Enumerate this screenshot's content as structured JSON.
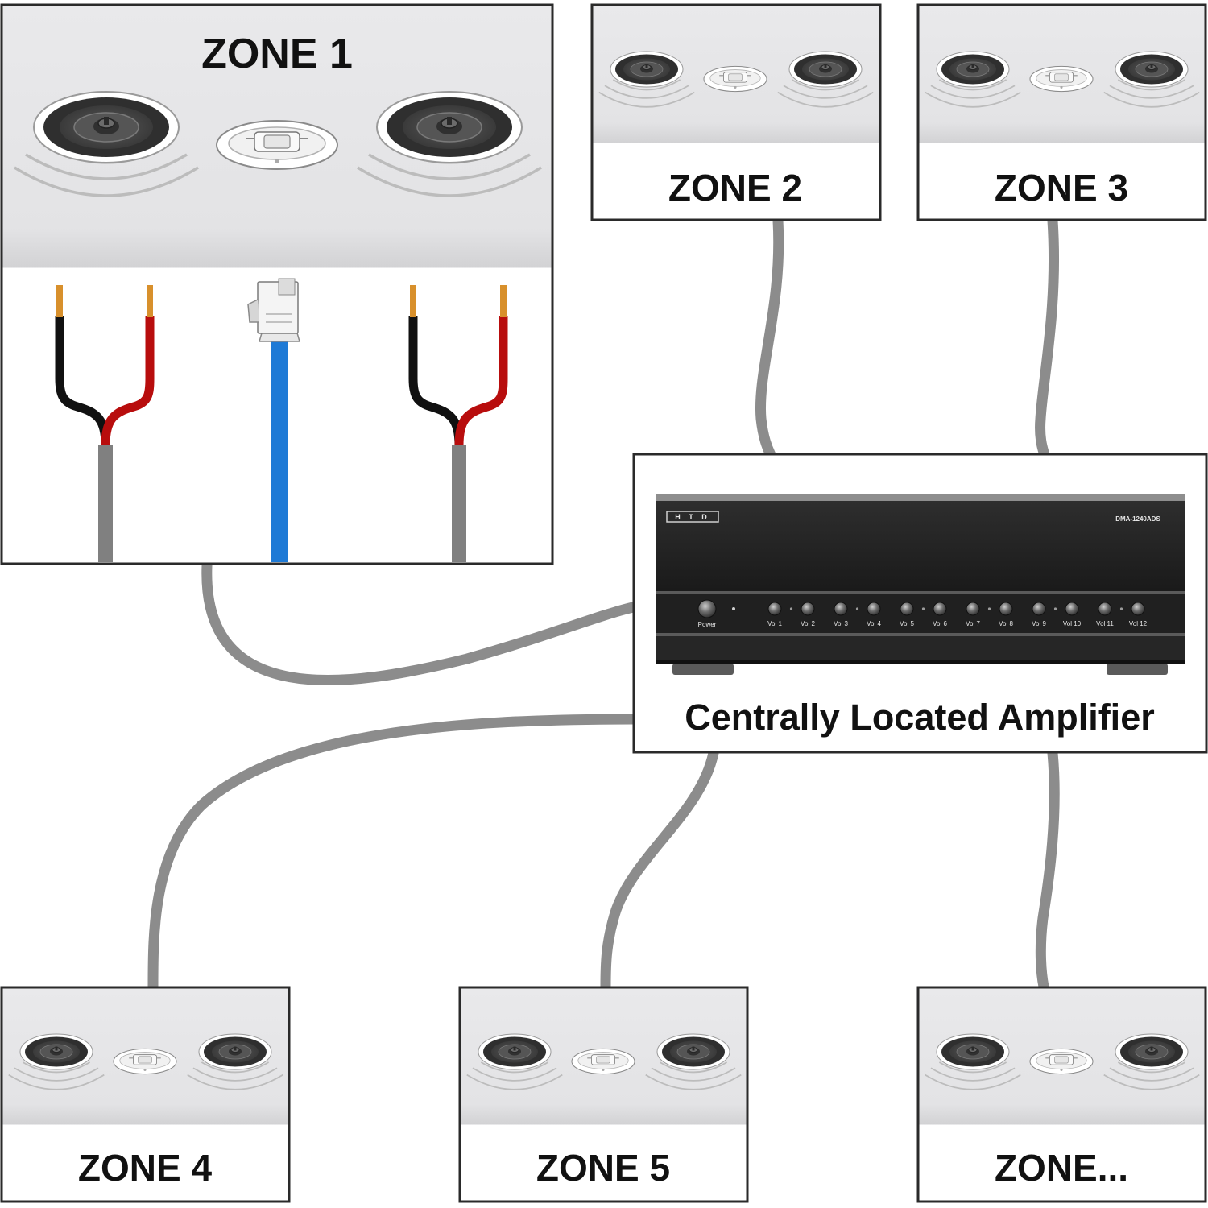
{
  "zones": [
    {
      "id": "zone-1",
      "label": "ZONE 1"
    },
    {
      "id": "zone-2",
      "label": "ZONE 2"
    },
    {
      "id": "zone-3",
      "label": "ZONE 3"
    },
    {
      "id": "zone-4",
      "label": "ZONE 4"
    },
    {
      "id": "zone-5",
      "label": "ZONE 5"
    },
    {
      "id": "zone-more",
      "label": "ZONE..."
    }
  ],
  "amplifier": {
    "caption": "Centrally Located Amplifier",
    "brand": "H T D",
    "model": "DMA-1240ADS",
    "power_label": "Power",
    "volume_labels": [
      "Vol 1",
      "Vol 2",
      "Vol 3",
      "Vol 4",
      "Vol 5",
      "Vol 6",
      "Vol 7",
      "Vol 8",
      "Vol 9",
      "Vol 10",
      "Vol 11",
      "Vol 12"
    ]
  },
  "colors": {
    "cable": "#8c8c8c",
    "ceiling": "#e6e6e8",
    "speaker_wire_negative": "#111111",
    "speaker_wire_positive": "#b80d0d",
    "ethernet": "#1e7ad6",
    "copper": "#d8902c",
    "amplifier_body": "#242424"
  },
  "icons": [
    "ceiling-speaker-icon",
    "keypad-icon",
    "sound-wave-icon",
    "speaker-wire-icon",
    "ethernet-plug-icon"
  ]
}
